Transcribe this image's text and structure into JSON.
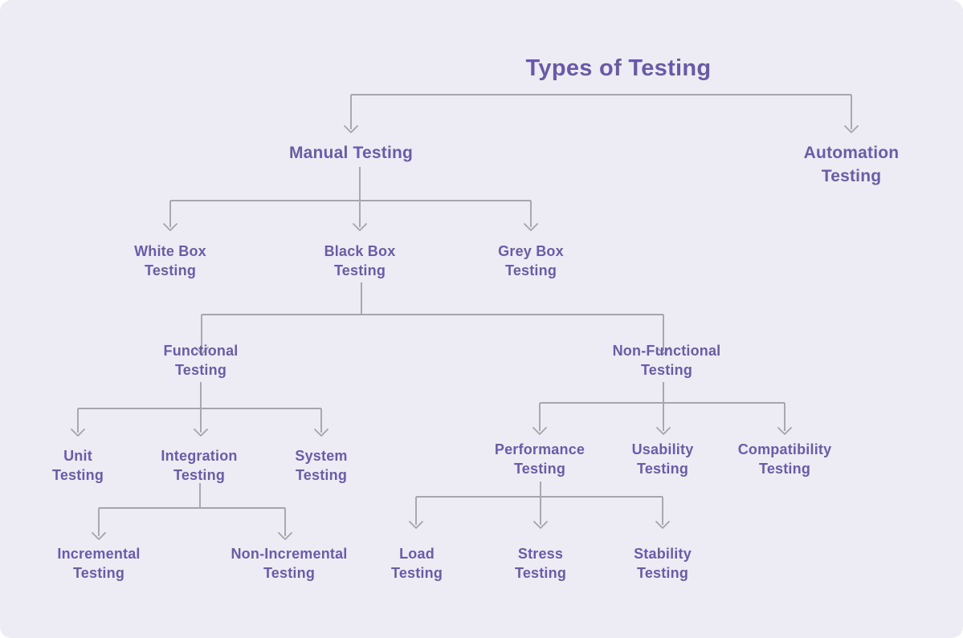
{
  "title": "Types of Testing",
  "colors": {
    "background": "#EDECF4",
    "text": "#6A5CA7",
    "title": "#6A59A6",
    "connector_line": "#A5A5AF"
  },
  "nodes": {
    "manual": {
      "label": "Manual Testing"
    },
    "automation": {
      "label": "Automation\nTesting"
    },
    "white_box": {
      "label": "White Box\nTesting"
    },
    "black_box": {
      "label": "Black Box\nTesting"
    },
    "grey_box": {
      "label": "Grey Box\nTesting"
    },
    "functional": {
      "label": "Functional\nTesting"
    },
    "non_functional": {
      "label": "Non-Functional\nTesting"
    },
    "unit": {
      "label": "Unit\nTesting"
    },
    "integration": {
      "label": "Integration\nTesting"
    },
    "system": {
      "label": "System\nTesting"
    },
    "incremental": {
      "label": "Incremental\nTesting"
    },
    "non_incremental": {
      "label": "Non-Incremental\nTesting"
    },
    "performance": {
      "label": "Performance\nTesting"
    },
    "usability": {
      "label": "Usability\nTesting"
    },
    "compatibility": {
      "label": "Compatibility\nTesting"
    },
    "load": {
      "label": "Load\nTesting"
    },
    "stress": {
      "label": "Stress\nTesting"
    },
    "stability": {
      "label": "Stability\nTesting"
    }
  },
  "hierarchy": {
    "Types of Testing": [
      "Manual Testing",
      "Automation Testing"
    ],
    "Manual Testing": [
      "White Box Testing",
      "Black Box Testing",
      "Grey Box Testing"
    ],
    "Black Box Testing": [
      "Functional Testing",
      "Non-Functional Testing"
    ],
    "Functional Testing": [
      "Unit Testing",
      "Integration Testing",
      "System Testing"
    ],
    "Integration Testing": [
      "Incremental Testing",
      "Non-Incremental Testing"
    ],
    "Non-Functional Testing": [
      "Performance Testing",
      "Usability Testing",
      "Compatibility Testing"
    ],
    "Performance Testing": [
      "Load Testing",
      "Stress Testing",
      "Stability Testing"
    ]
  }
}
